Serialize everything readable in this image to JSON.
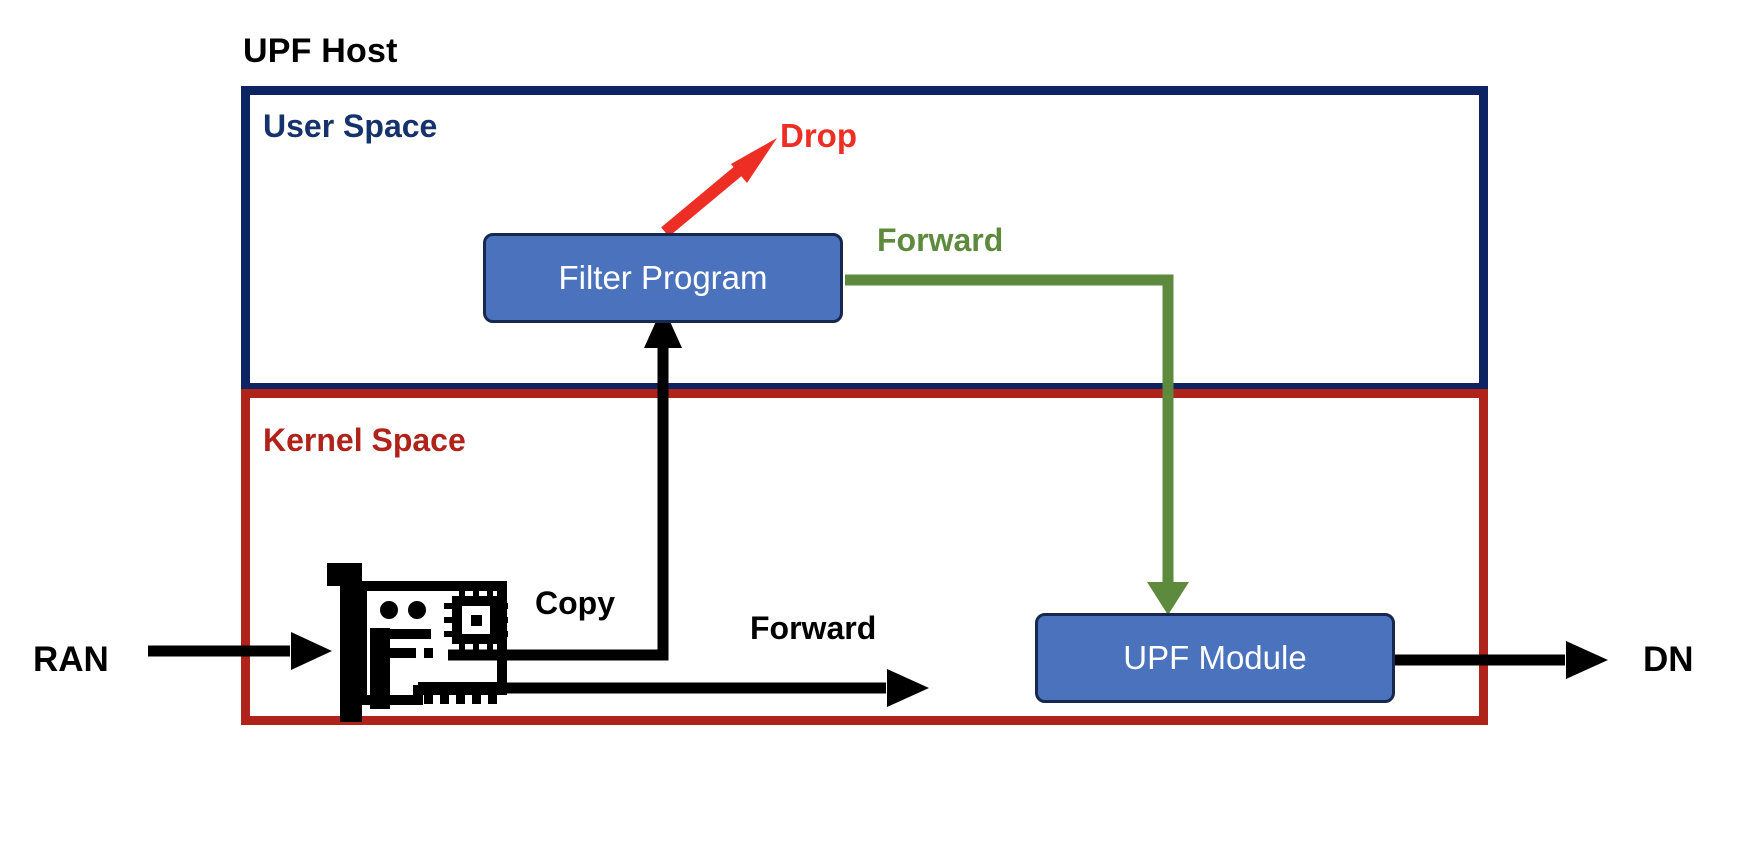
{
  "diagram": {
    "title": "UPF Host",
    "regions": [
      {
        "id": "user-space",
        "label": "User Space",
        "color": "#16326B",
        "border": "#0C2461"
      },
      {
        "id": "kernel-space",
        "label": "Kernel Space",
        "color": "#B0231A",
        "border": "#B0231A"
      }
    ],
    "nodes": [
      {
        "id": "filter-program",
        "label": "Filter Program",
        "fill": "#4A72BD",
        "border": "#16284D",
        "text": "#FFFFFF",
        "region": "user-space"
      },
      {
        "id": "upf-module",
        "label": "UPF Module",
        "fill": "#4A72BD",
        "border": "#16284D",
        "text": "#FFFFFF",
        "region": "kernel-space"
      },
      {
        "id": "nic",
        "label": "network-interface-card",
        "icon": "nic-card-icon",
        "region": "kernel-space"
      }
    ],
    "endpoints": [
      {
        "id": "ran",
        "label": "RAN",
        "side": "left",
        "color": "#000000"
      },
      {
        "id": "dn",
        "label": "DN",
        "side": "right",
        "color": "#000000"
      }
    ],
    "edges": [
      {
        "id": "drop",
        "label": "Drop",
        "color": "#ED2E24",
        "from": "filter-program",
        "to": "drop-sink"
      },
      {
        "id": "forward-user",
        "label": "Forward",
        "color": "#5E8A3D",
        "from": "filter-program",
        "to": "upf-module"
      },
      {
        "id": "copy",
        "label": "Copy",
        "color": "#000000",
        "from": "nic",
        "to": "filter-program"
      },
      {
        "id": "forward-kernel",
        "label": "Forward",
        "color": "#000000",
        "from": "nic",
        "to": "upf-module"
      },
      {
        "id": "ran-in",
        "label": "",
        "color": "#000000",
        "from": "ran",
        "to": "nic"
      },
      {
        "id": "dn-out",
        "label": "",
        "color": "#000000",
        "from": "upf-module",
        "to": "dn"
      }
    ]
  }
}
